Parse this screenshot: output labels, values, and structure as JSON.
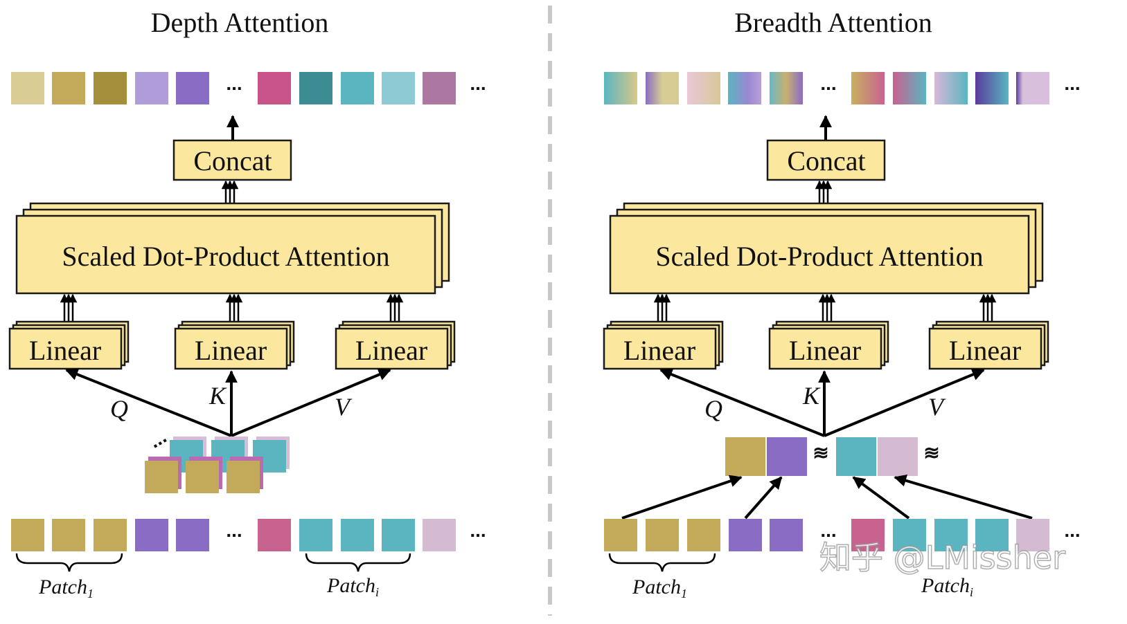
{
  "left": {
    "title": "Depth Attention",
    "concat_label": "Concat",
    "attention_label": "Scaled Dot-Product Attention",
    "linear_labels": [
      "Linear",
      "Linear",
      "Linear"
    ],
    "q_label": "Q",
    "k_label": "K",
    "v_label": "V",
    "patch1_label": "Patch",
    "patch1_sub": "1",
    "patchi_label": "Patch",
    "patchi_sub": "i",
    "ellipsis": "..."
  },
  "right": {
    "title": "Breadth Attention",
    "concat_label": "Concat",
    "attention_label": "Scaled Dot-Product Attention",
    "linear_labels": [
      "Linear",
      "Linear",
      "Linear"
    ],
    "q_label": "Q",
    "k_label": "K",
    "v_label": "V",
    "patch1_label": "Patch",
    "patch1_sub": "1",
    "patchi_label": "Patch",
    "patchi_sub": "i",
    "ellipsis": "..."
  },
  "watermark": "知乎 @LMissher",
  "colors": {
    "box_fill": "#fbe79d",
    "olive": "#c2aa5a",
    "purple": "#8a6cc4",
    "magenta": "#c8628f",
    "teal": "#5ab5c1",
    "pink_light": "#d5bbd2",
    "divider": "#c8c8c8"
  }
}
